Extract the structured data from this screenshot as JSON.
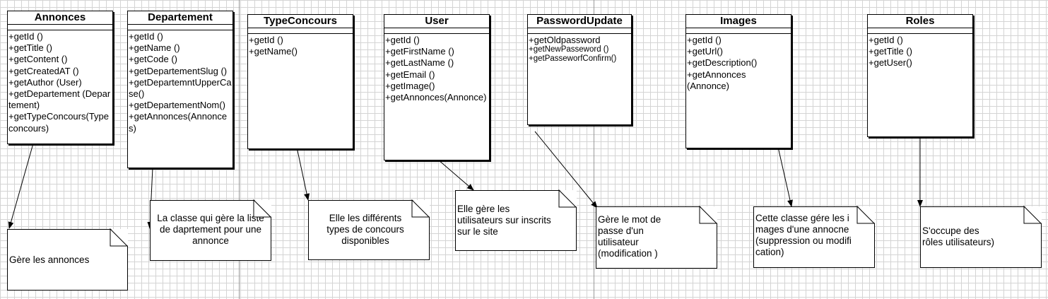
{
  "classes": [
    {
      "title": "Annonces",
      "operations": [
        "+getId ()",
        "+getTitle ()",
        "+getContent ()",
        "+getCreatedAT ()",
        "+getAuthor (User)",
        "+getDepartement (Departement)",
        "+getTypeConcours(Typeconcours)"
      ]
    },
    {
      "title": "Departement",
      "operations": [
        "+getId ()",
        "+getName ()",
        "+getCode ()",
        "+getDepartementSlug ()",
        "+getDepartemntUpperCase()",
        "+getDepartementNom()",
        "+getAnnonces(Annonces)"
      ]
    },
    {
      "title": "TypeConcours",
      "operations": [
        "+getId ()",
        "+getName()"
      ]
    },
    {
      "title": "User",
      "operations": [
        "+getId ()",
        "+getFirstName ()",
        "+getLastName ()",
        "+getEmail ()",
        "+getImage()",
        "+getAnnonces(Annonce)"
      ]
    },
    {
      "title": "PasswordUpdate",
      "operations": [
        "+getOldpassword",
        "+getNewPasseword ()",
        "+getPasseworfConfirm()"
      ]
    },
    {
      "title": "Images",
      "operations": [
        "+getId ()",
        "+getUrl()",
        "+getDescription()",
        "+getAnnonces (Annonce)"
      ]
    },
    {
      "title": "Roles",
      "operations": [
        "+getId ()",
        "+getTitle ()",
        "+getUser()"
      ]
    }
  ],
  "notes": [
    {
      "text": "Gère les annonces"
    },
    {
      "text": "La classe qui gère la liste de daprtement pour une annonce"
    },
    {
      "text": "Elle les différents types de concours disponibles"
    },
    {
      "text": "Elle gère les utilisateurs sur inscrits sur le site"
    },
    {
      "text": "Gère le mot de passe d'un utilisateur (modification )"
    },
    {
      "text": "Cette classe gére les images d'une annocne (suppression ou modification)"
    },
    {
      "text": "S'occupe des rôles utilisateurs)"
    }
  ]
}
